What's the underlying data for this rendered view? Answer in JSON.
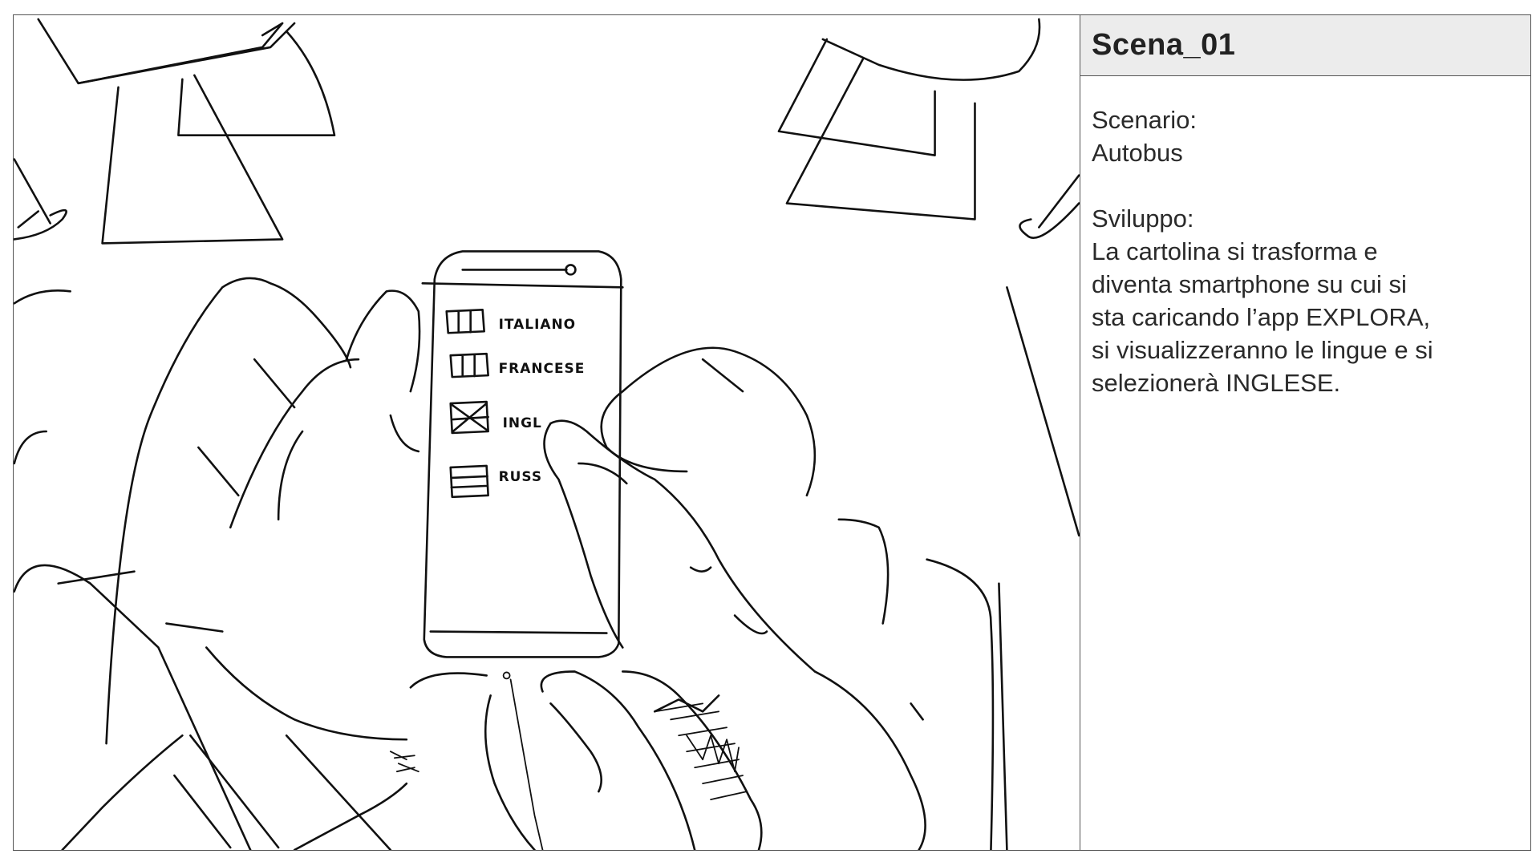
{
  "scene": {
    "title": "Scena_01"
  },
  "scenario": {
    "label": "Scenario:",
    "value": "Autobus"
  },
  "development": {
    "label": "Sviluppo:",
    "lines": [
      "La cartolina si trasforma e",
      "diventa smartphone su cui si",
      "sta caricando l’app EXPLORA,",
      "si visualizzeranno le lingue e si",
      "selezionerà INGLESE."
    ]
  },
  "sketch": {
    "language_options": [
      "ITALIANO",
      "FRANCESE",
      "INGL",
      "RUSS"
    ]
  }
}
